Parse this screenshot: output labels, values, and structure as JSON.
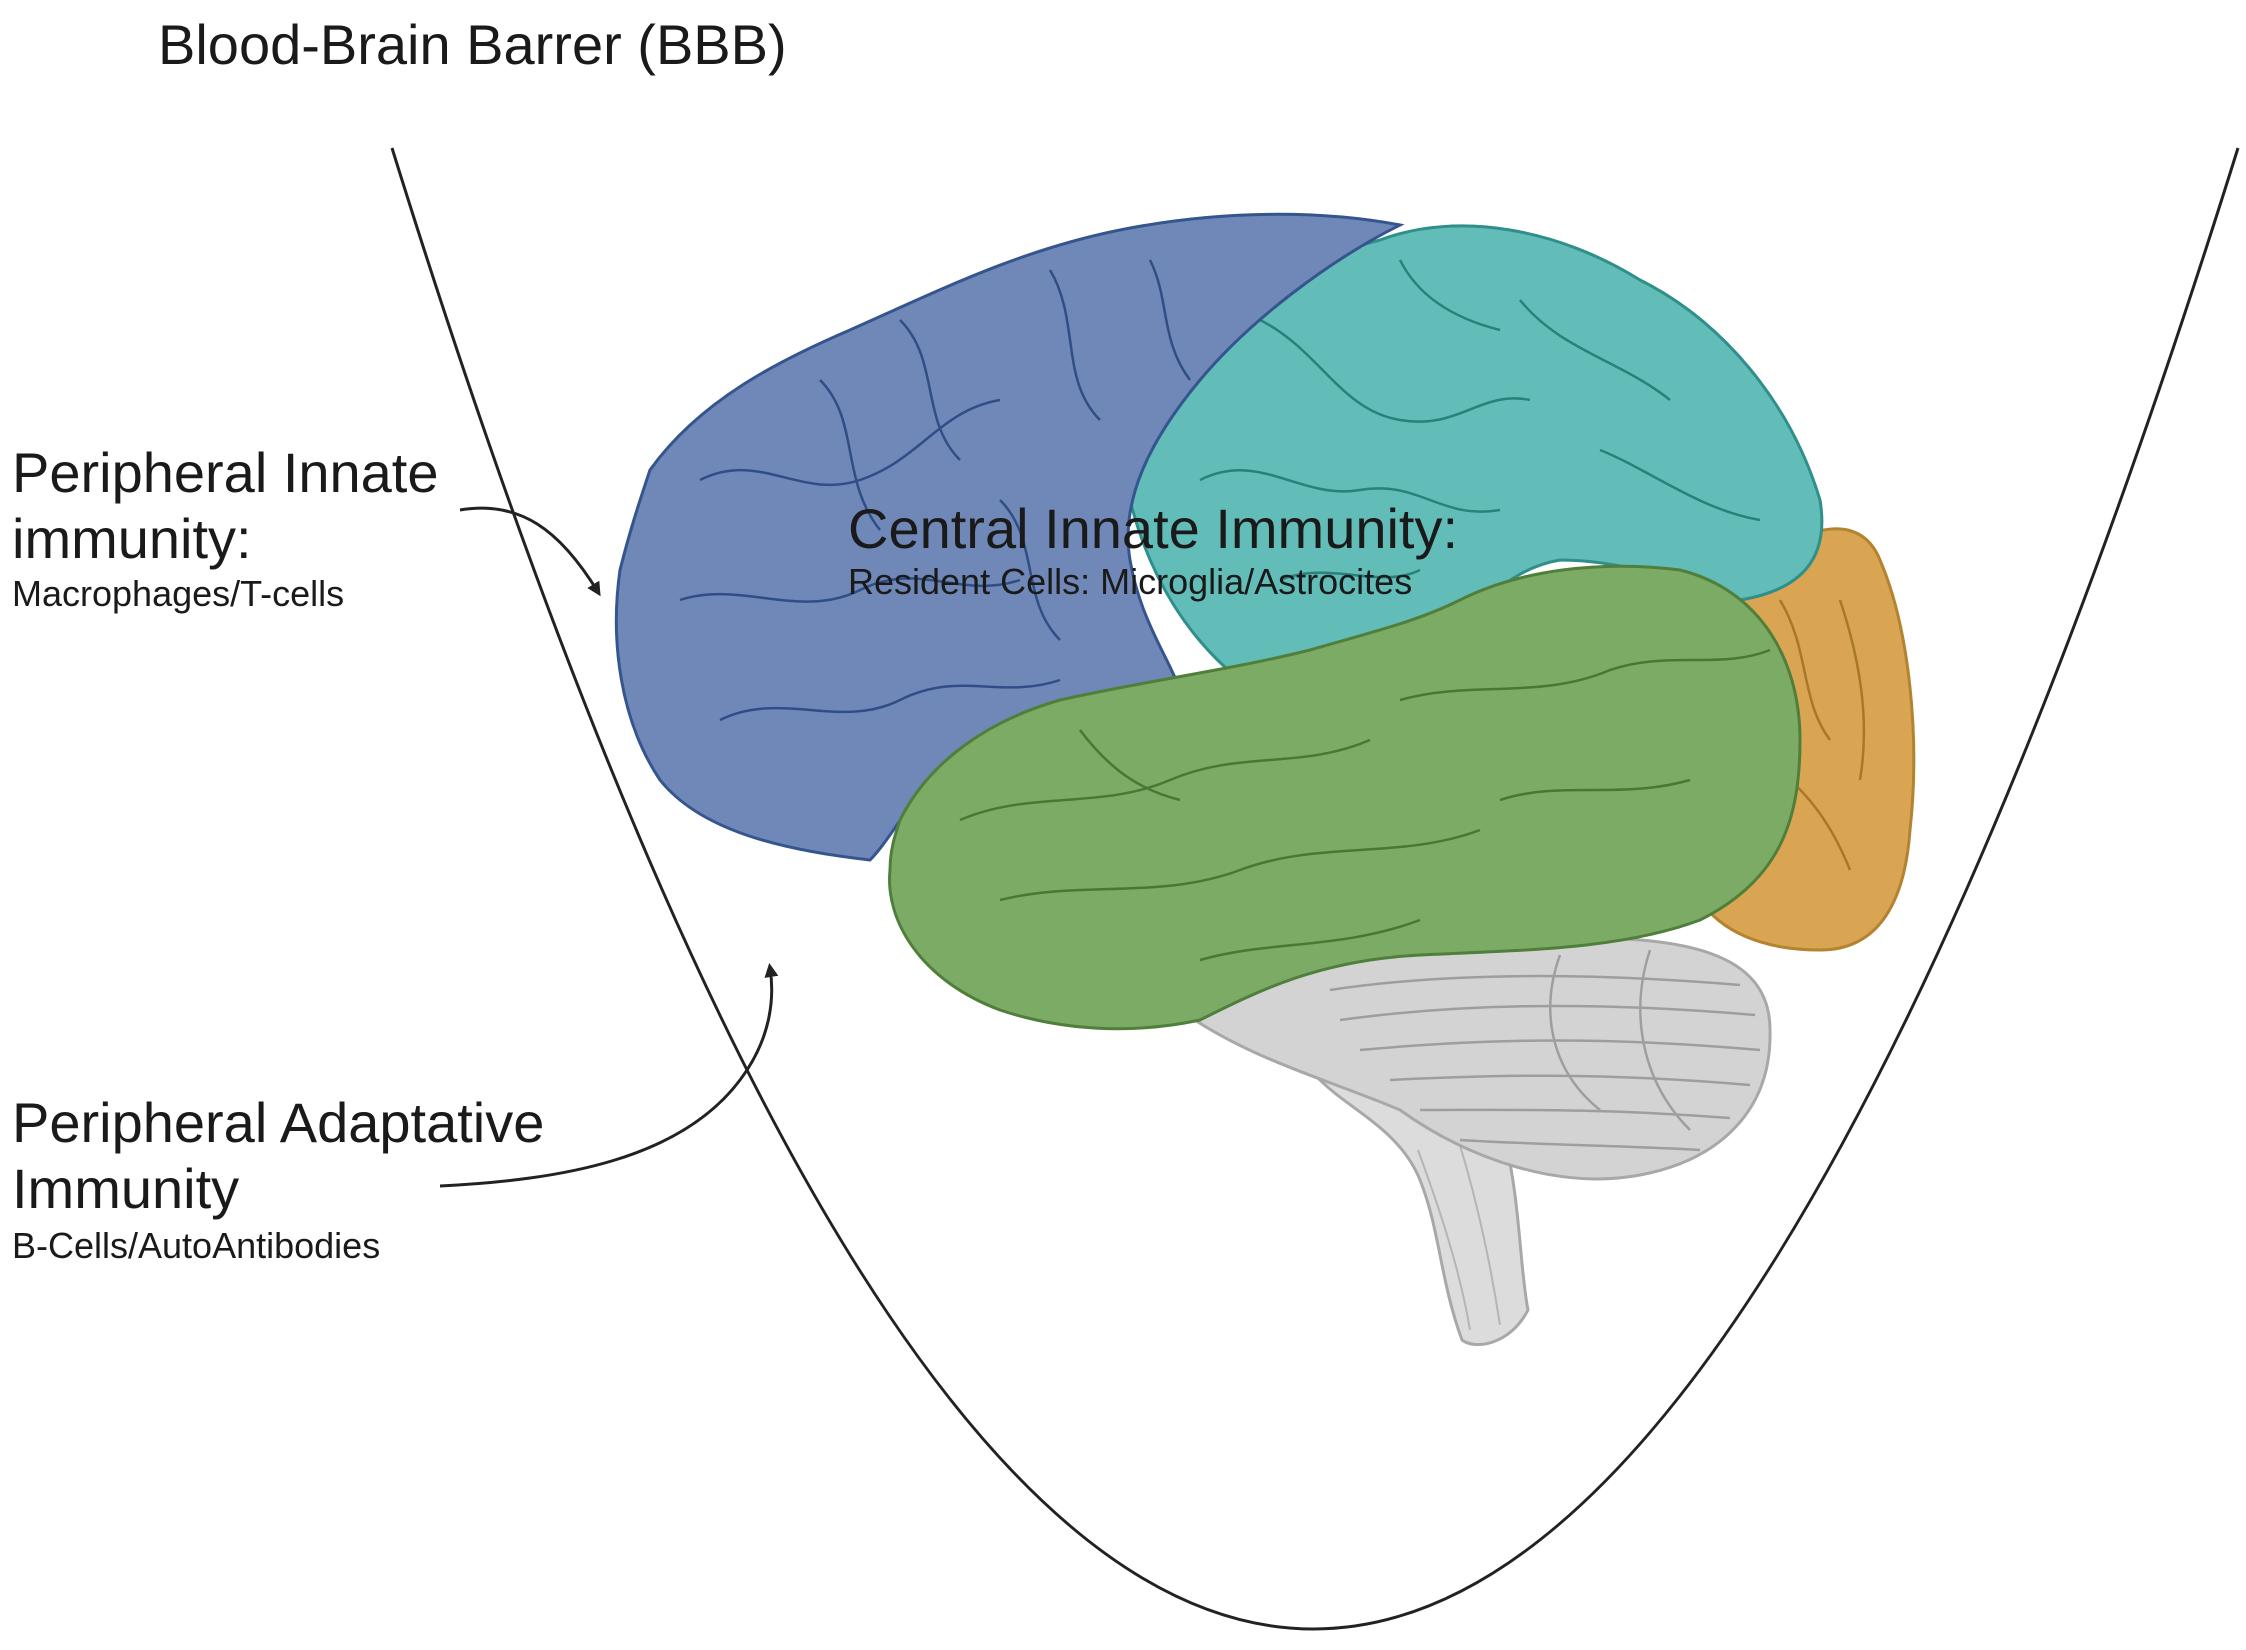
{
  "title": "Blood-Brain Barrer (BBB)",
  "peripheral_innate": {
    "heading": "Peripheral Innate immunity:",
    "detail": "Macrophages/T-cells"
  },
  "peripheral_adaptive": {
    "heading": "Peripheral Adaptative Immunity",
    "detail": "B-Cells/AutoAntibodies"
  },
  "central_innate": {
    "heading": "Central Innate Immunity:",
    "detail": "Resident Cells: Microglia/Astrocites"
  },
  "colors": {
    "frontal_lobe": "#7088b8",
    "parietal_lobe": "#62bcb8",
    "temporal_lobe": "#7cab66",
    "occipital_lobe": "#d9a552",
    "cerebellum": "#d3d3d3",
    "brainstem": "#dcdcdc",
    "outline_line": "#222222"
  }
}
